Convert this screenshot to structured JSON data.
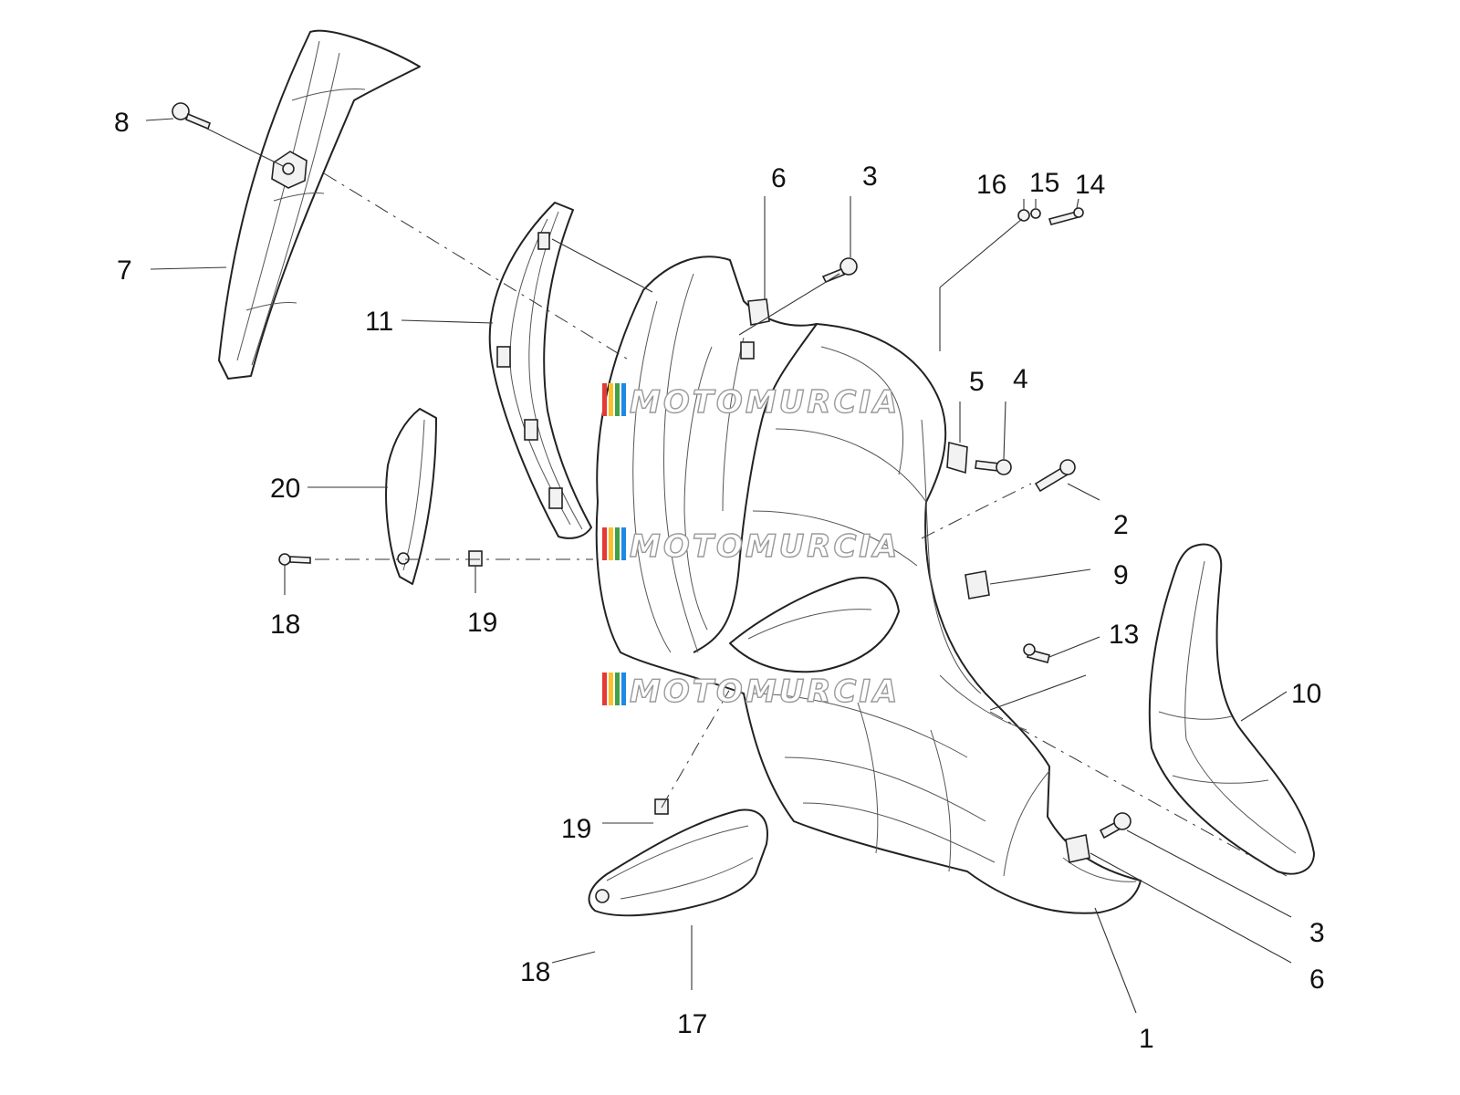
{
  "watermark": {
    "text": "MOTOMURCIA",
    "stripe_colors": [
      "#e53935",
      "#fbc02d",
      "#43a047",
      "#1e88e5"
    ]
  },
  "callouts": {
    "c1": "1",
    "c2": "2",
    "c3a": "3",
    "c3b": "3",
    "c4": "4",
    "c5": "5",
    "c6a": "6",
    "c6b": "6",
    "c7": "7",
    "c8": "8",
    "c9": "9",
    "c10": "10",
    "c11": "11",
    "c13": "13",
    "c14": "14",
    "c15": "15",
    "c16": "16",
    "c17": "17",
    "c18a": "18",
    "c18b": "18",
    "c19a": "19",
    "c19b": "19",
    "c20": "20"
  }
}
